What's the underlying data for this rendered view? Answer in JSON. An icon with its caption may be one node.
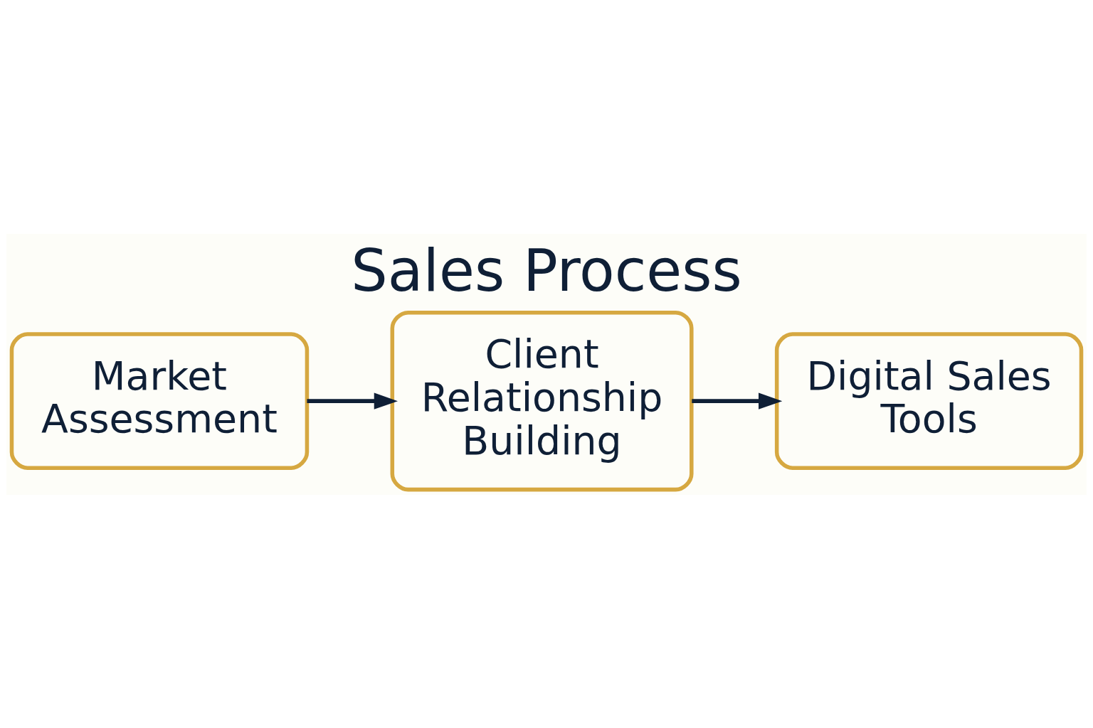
{
  "diagram": {
    "title": "Sales Process",
    "nodes": [
      {
        "text": [
          "Market Assessment"
        ]
      },
      {
        "text": [
          "Client Relationship Building"
        ]
      },
      {
        "text": [
          "Digital Sales Tools"
        ]
      }
    ],
    "edges": [
      {
        "from": 0,
        "to": 1,
        "arrow": "to"
      },
      {
        "from": 1,
        "to": 2,
        "arrow": "to"
      }
    ]
  }
}
